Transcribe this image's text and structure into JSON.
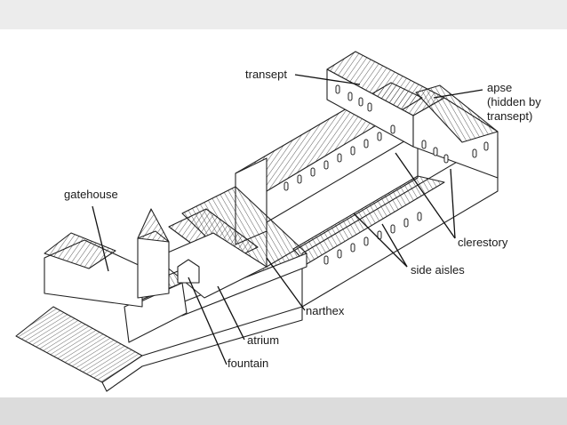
{
  "labels": {
    "transept": "transept",
    "apse": "apse",
    "apse_note_1": "(hidden by",
    "apse_note_2": "transept)",
    "gatehouse": "gatehouse",
    "clerestory": "clerestory",
    "side_aisles": "side aisles",
    "narthex": "narthex",
    "atrium": "atrium",
    "fountain": "fountain"
  }
}
